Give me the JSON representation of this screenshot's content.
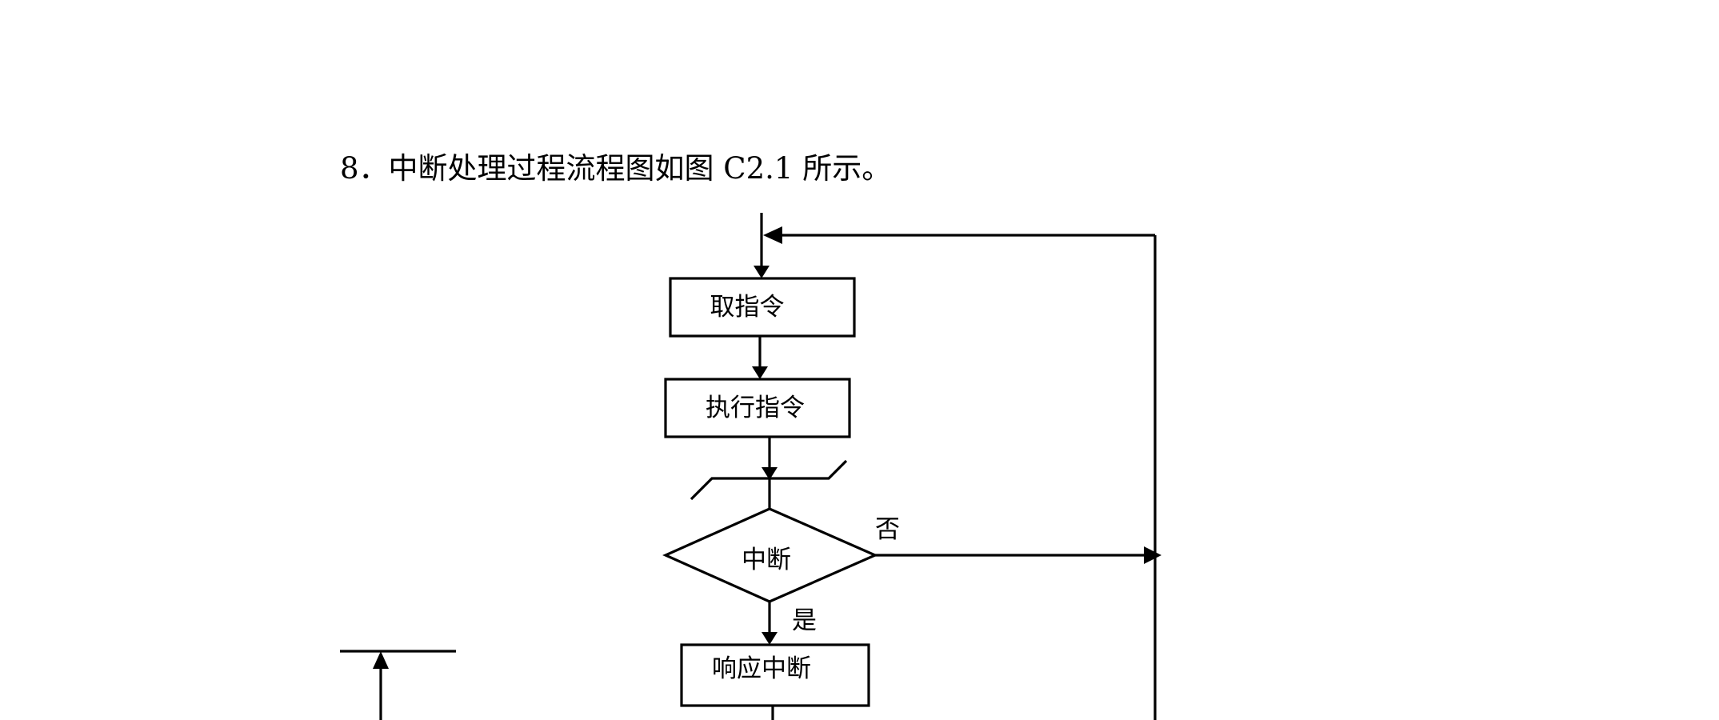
{
  "document": {
    "caption": "8．中断处理过程流程图如图 C2.1 所示。"
  },
  "flowchart": {
    "fetch_instruction": "取指令",
    "execute_instruction": "执行指令",
    "interrupt_decision": "中断",
    "no_label": "否",
    "yes_label": "是",
    "respond_interrupt": "响应中断"
  }
}
